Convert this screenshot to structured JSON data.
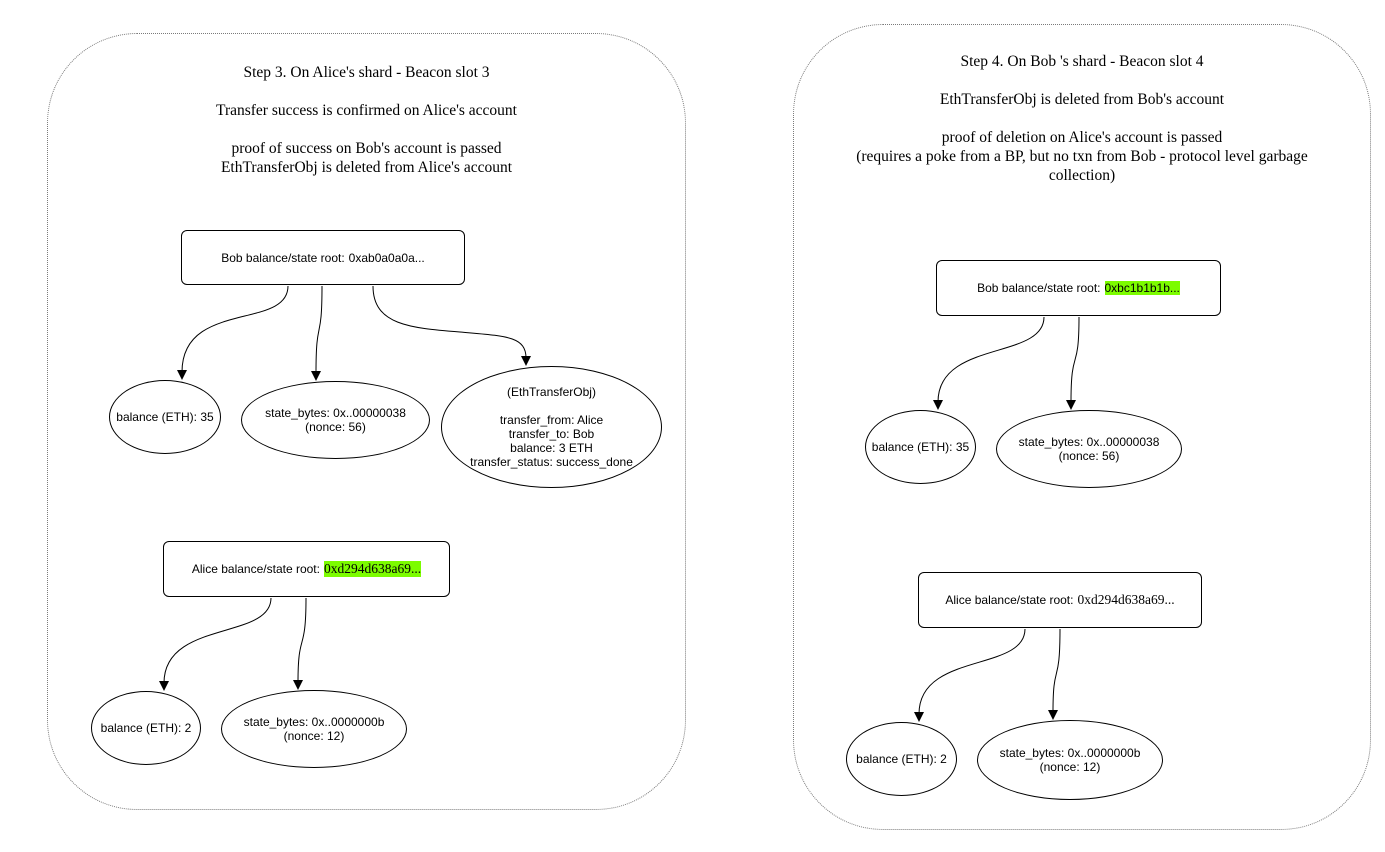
{
  "panels": [
    {
      "id": "step3",
      "lines": [
        "Step 3. On Alice's shard - Beacon slot 3",
        "",
        "Transfer success is confirmed on Alice's account",
        "",
        "proof of success on Bob's account is passed",
        "EthTransferObj is deleted from Alice's account"
      ],
      "bob_root": {
        "label": "Bob balance/state root:",
        "hash": "0xab0a0a0a...",
        "highlighted": false
      },
      "bob_nodes": {
        "balance": [
          "balance (ETH): 35"
        ],
        "state": [
          "state_bytes: 0x..00000038",
          "(nonce: 56)"
        ],
        "obj": [
          "(EthTransferObj)",
          "",
          "transfer_from: Alice",
          "transfer_to: Bob",
          "balance: 3 ETH",
          "transfer_status: success_done"
        ]
      },
      "alice_root": {
        "label": "Alice balance/state root:",
        "hash": "0xd294d638a69...",
        "highlighted": true
      },
      "alice_nodes": {
        "balance": [
          "balance (ETH): 2"
        ],
        "state": [
          "state_bytes: 0x..0000000b",
          "(nonce: 12)"
        ]
      }
    },
    {
      "id": "step4",
      "lines": [
        "Step 4. On Bob 's shard - Beacon slot 4",
        "",
        "EthTransferObj is deleted from Bob's account",
        "",
        "proof of deletion on Alice's account is passed",
        "(requires a poke from a BP, but no txn from Bob - protocol level garbage",
        "collection)"
      ],
      "bob_root": {
        "label": "Bob balance/state root:",
        "hash": "0xbc1b1b1b...",
        "highlighted": true
      },
      "bob_nodes": {
        "balance": [
          "balance (ETH): 35"
        ],
        "state": [
          "state_bytes: 0x..00000038",
          "(nonce: 56)"
        ]
      },
      "alice_root": {
        "label": "Alice balance/state root:",
        "hash": "0xd294d638a69...",
        "highlighted": false
      },
      "alice_nodes": {
        "balance": [
          "balance (ETH): 2"
        ],
        "state": [
          "state_bytes: 0x..0000000b",
          "(nonce: 12)"
        ]
      }
    }
  ],
  "colors": {
    "highlight": "#7cfc00",
    "stroke": "#000000",
    "panel_border": "#7a7a7a"
  }
}
